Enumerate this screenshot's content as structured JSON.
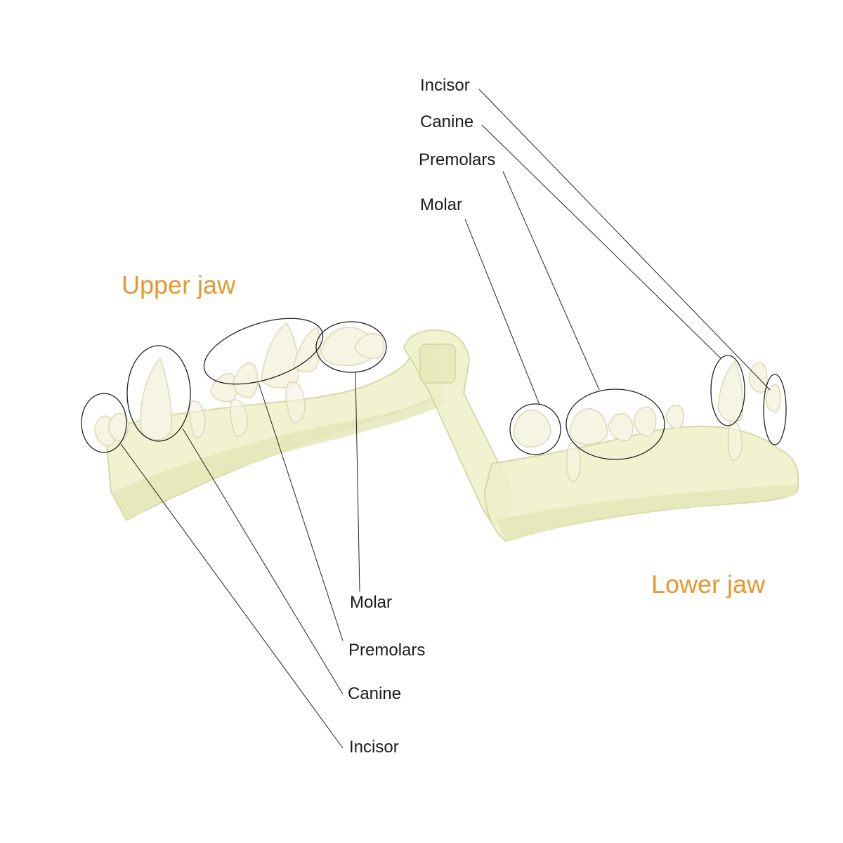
{
  "colors": {
    "jaw_title": "#E8962E",
    "label": "#1a1a1a",
    "leader_line": "#222222",
    "acrylic": "#EEF0C8",
    "acrylic_edge": "#D6D9A6",
    "tooth": "#F6F4E2",
    "tooth_shadow": "#DCD9B8"
  },
  "titles": {
    "upper_jaw": "Upper jaw",
    "lower_jaw": "Lower jaw"
  },
  "upper_labels": {
    "molar": "Molar",
    "premolars": "Premolars",
    "canine": "Canine",
    "incisor": "Incisor"
  },
  "lower_labels": {
    "incisor": "Incisor",
    "canine": "Canine",
    "premolars": "Premolars",
    "molar": "Molar"
  }
}
